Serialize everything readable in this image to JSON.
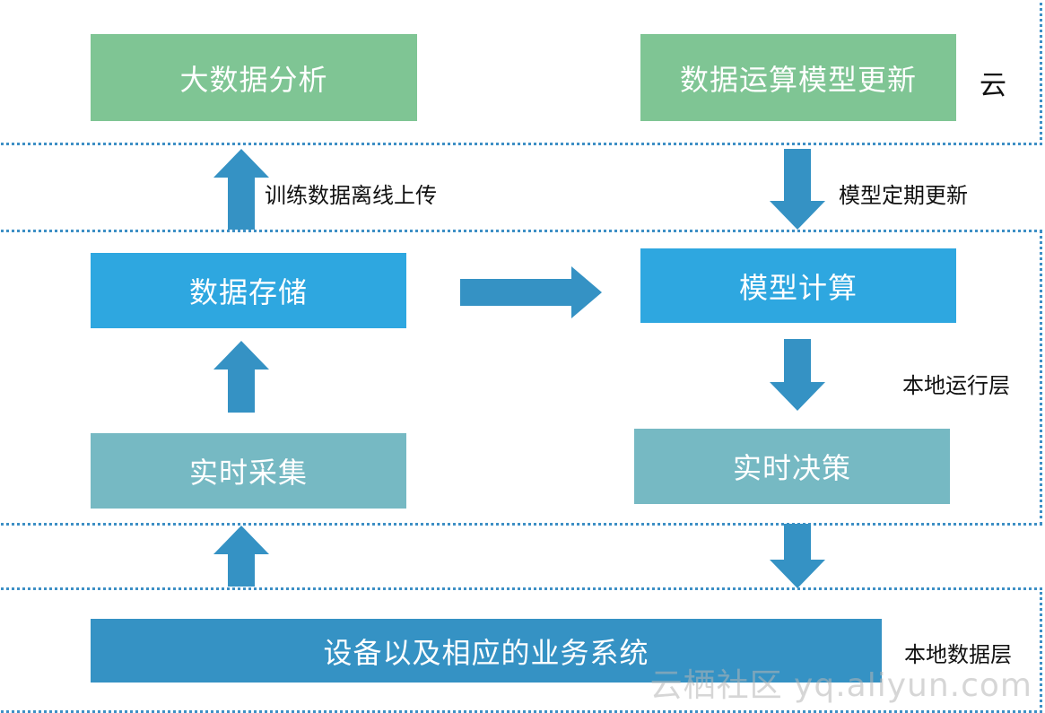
{
  "layers": {
    "cloud": "云",
    "local_run": "本地运行层",
    "local_data": "本地数据层"
  },
  "nodes": {
    "big_data_analysis": "大数据分析",
    "model_update": "数据运算模型更新",
    "data_storage": "数据存储",
    "model_compute": "模型计算",
    "realtime_collect": "实时采集",
    "realtime_decision": "实时决策",
    "devices_systems": "设备以及相应的业务系统"
  },
  "edges": {
    "upload": "训练数据离线上传",
    "periodic_update": "模型定期更新"
  },
  "colors": {
    "green_box": "#7fc594",
    "blue_box": "#2ea7e0",
    "teal_box": "#76b9c3",
    "dark_box": "#3592c4",
    "arrow": "#3592c4",
    "dotted_border": "#3d8fc5"
  },
  "watermark": "云栖社区 yq.aliyun.com"
}
